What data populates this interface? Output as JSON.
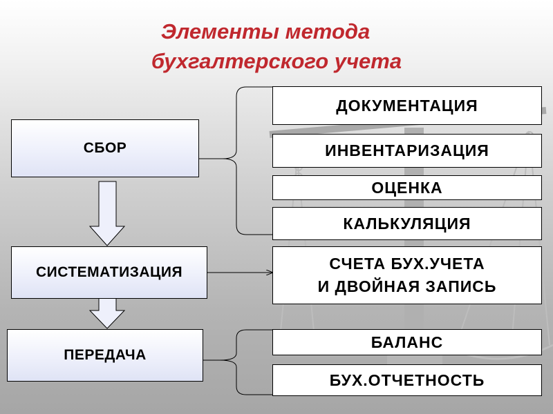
{
  "title": {
    "line1": "Элементы метода",
    "line2": "бухгалтерского учета"
  },
  "left_boxes": {
    "collection": "СБОР",
    "systematization": "СИСТЕМАТИЗАЦИЯ",
    "transfer": "ПЕРЕДАЧА"
  },
  "right_boxes": {
    "documentation": "ДОКУМЕНТАЦИЯ",
    "inventory": "ИНВЕНТАРИЗАЦИЯ",
    "valuation": "ОЦЕНКА",
    "costing": "КАЛЬКУЛЯЦИЯ",
    "accounts_line1": "СЧЕТА БУХ.УЧЕТА",
    "accounts_line2": "И ДВОЙНАЯ ЗАПИСЬ",
    "balance": "БАЛАНС",
    "reporting": "БУХ.ОТЧЕТНОСТЬ"
  },
  "colors": {
    "title": "#c0282e",
    "left_box_fill": "#eef0fb",
    "arrow_fill": "#eef0fb",
    "line": "#000000"
  }
}
